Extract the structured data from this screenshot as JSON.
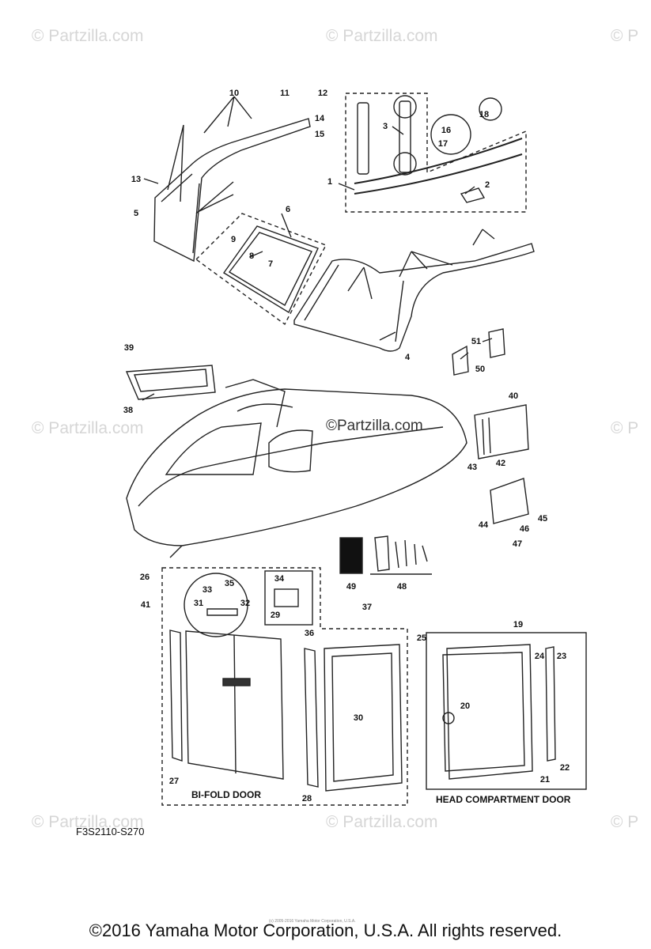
{
  "watermarks": {
    "text": "© Partzilla.com",
    "short": "© P"
  },
  "center_watermark": "©Partzilla.com",
  "callouts": [
    "1",
    "2",
    "3",
    "4",
    "5",
    "6",
    "7",
    "8",
    "9",
    "10",
    "11",
    "12",
    "13",
    "14",
    "15",
    "16",
    "17",
    "18",
    "19",
    "20",
    "21",
    "22",
    "23",
    "24",
    "25",
    "26",
    "27",
    "28",
    "29",
    "30",
    "31",
    "32",
    "33",
    "34",
    "35",
    "36",
    "37",
    "38",
    "39",
    "40",
    "41",
    "42",
    "43",
    "44",
    "45",
    "46",
    "47",
    "48",
    "49",
    "50",
    "51"
  ],
  "captions": {
    "bifold": "BI-FOLD DOOR",
    "head_compartment": "HEAD COMPARTMENT DOOR"
  },
  "figure_code": "F3S2110-S270",
  "micro_text": "(c) 2005-2016 Yamaha Motor Corporation, U.S.A.",
  "copyright": "©2016 Yamaha Motor Corporation, U.S.A. All rights reserved.",
  "colors": {
    "line": "#222222",
    "watermark": "#d6d6d6",
    "background": "#ffffff"
  }
}
